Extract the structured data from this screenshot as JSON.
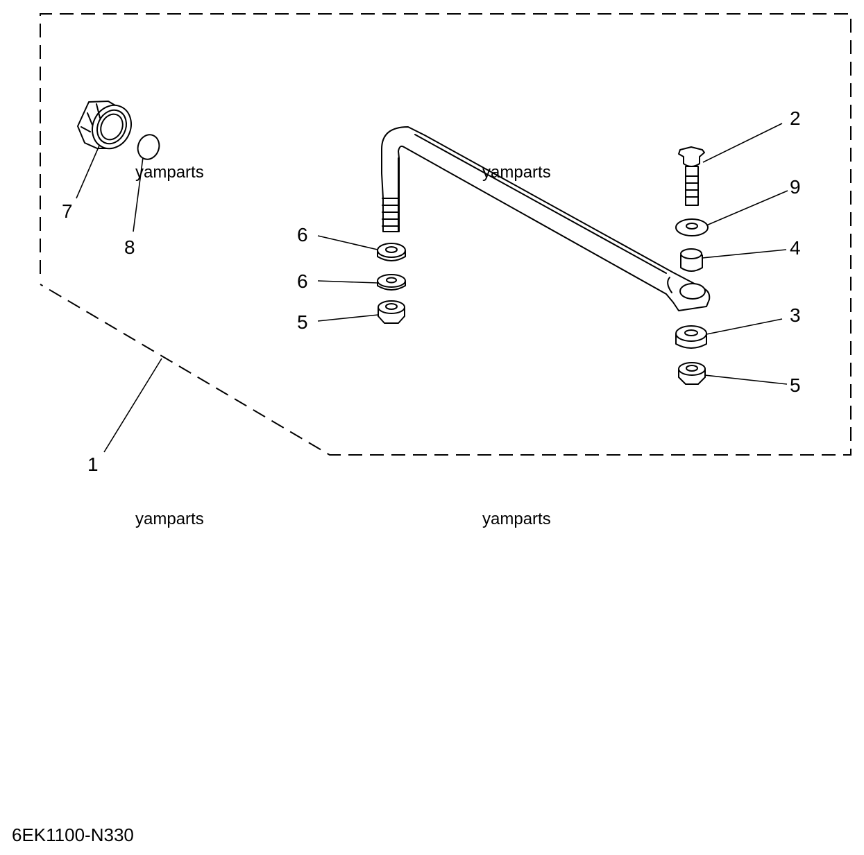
{
  "diagram": {
    "callouts": [
      {
        "id": "1",
        "label": "1"
      },
      {
        "id": "2",
        "label": "2"
      },
      {
        "id": "3",
        "label": "3"
      },
      {
        "id": "4",
        "label": "4"
      },
      {
        "id": "5a",
        "label": "5"
      },
      {
        "id": "5b",
        "label": "5"
      },
      {
        "id": "6a",
        "label": "6"
      },
      {
        "id": "6b",
        "label": "6"
      },
      {
        "id": "7",
        "label": "7"
      },
      {
        "id": "8",
        "label": "8"
      },
      {
        "id": "9",
        "label": "9"
      }
    ],
    "watermarks": [
      "yamparts",
      "yamparts",
      "yamparts",
      "yamparts"
    ],
    "diagram_code": "6EK1100-N330"
  }
}
